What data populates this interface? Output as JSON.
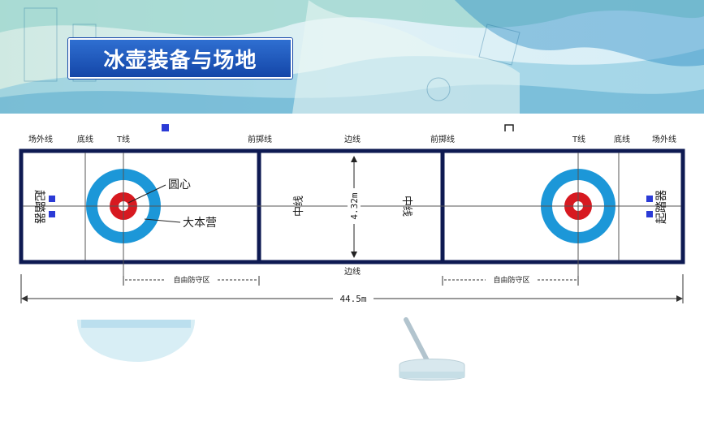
{
  "title": "冰壶装备与场地",
  "labels": {
    "outer_line": "场外线",
    "back_line": "底线",
    "t_line": "T线",
    "hog_line": "前掷线",
    "side_line": "边线",
    "center_line": "中线",
    "button": "圆心",
    "house": "大本营",
    "hack": "起踏器",
    "free_guard_zone": "自由防守区",
    "width": "4.32m",
    "length": "44.5m"
  },
  "colors": {
    "title_bg": "#1f55b8",
    "sheet_border": "#0e1a52",
    "ring_outer": "#1c97d8",
    "ring_center": "#d71920",
    "hack": "#2b3bd6"
  }
}
